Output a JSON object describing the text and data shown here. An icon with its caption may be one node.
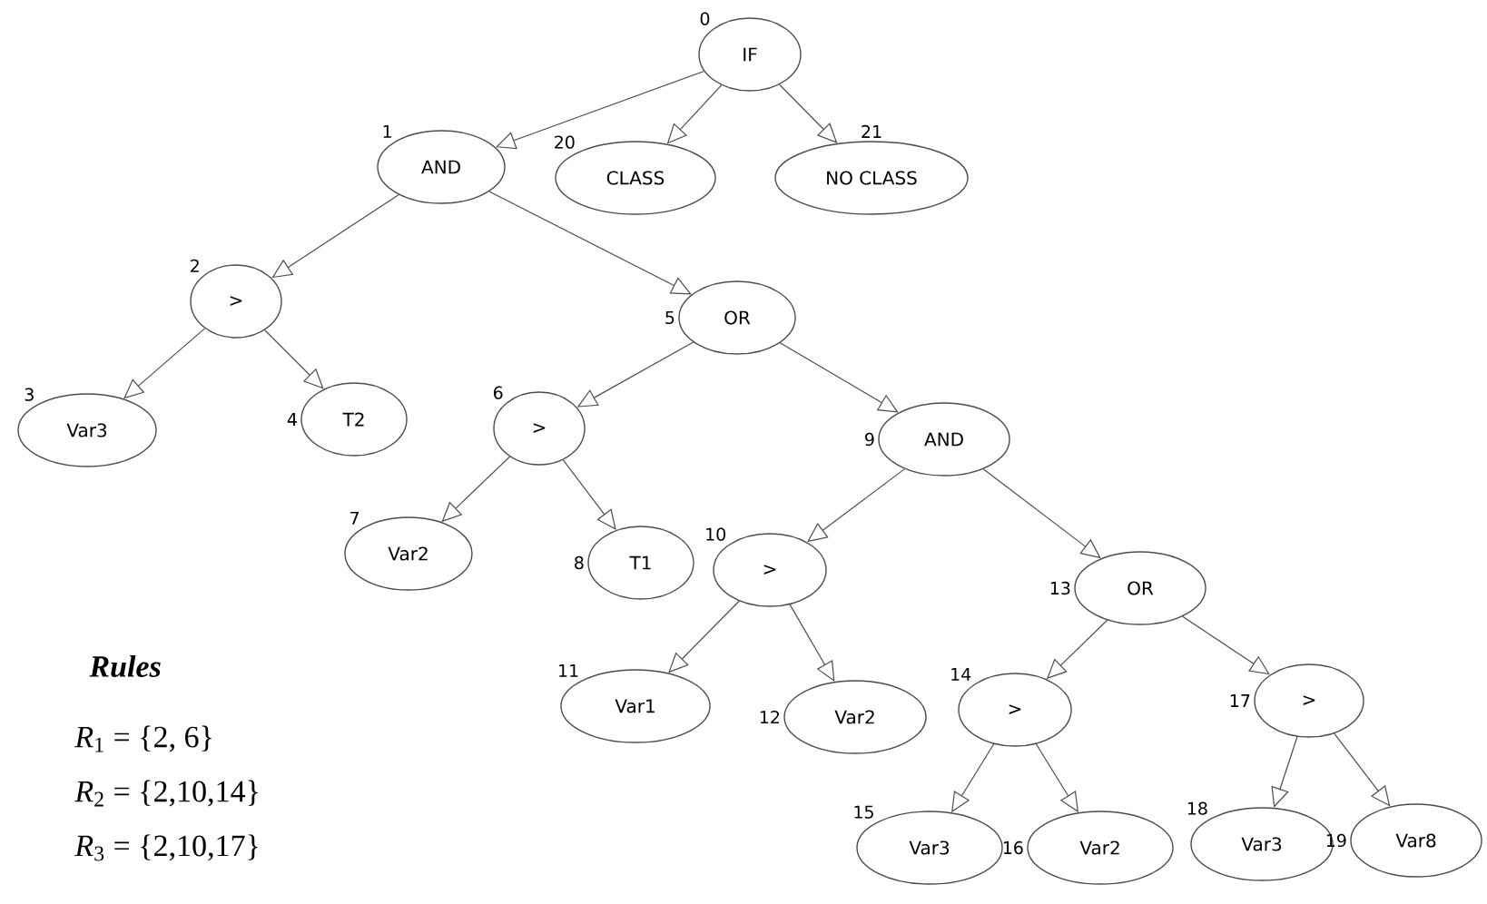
{
  "diagram": {
    "nodes": [
      {
        "text": [
          "IF"
        ],
        "beside": [
          "0"
        ]
      },
      {
        "text": [
          "AND"
        ],
        "beside": [
          "1"
        ]
      },
      {
        "text": [
          ">"
        ],
        "beside": [
          "2"
        ]
      },
      {
        "text": [
          "Var3"
        ],
        "beside": [
          "3"
        ]
      },
      {
        "text": [
          "T2"
        ],
        "beside": [
          "4"
        ]
      },
      {
        "text": [
          "OR"
        ],
        "beside": [
          "5"
        ]
      },
      {
        "text": [
          ">"
        ],
        "beside": [
          "6"
        ]
      },
      {
        "text": [
          "Var2"
        ],
        "beside": [
          "7"
        ]
      },
      {
        "text": [
          "T1"
        ],
        "beside": [
          "8"
        ]
      },
      {
        "text": [
          "AND"
        ],
        "beside": [
          "9"
        ]
      },
      {
        "text": [
          ">"
        ],
        "beside": [
          "10"
        ]
      },
      {
        "text": [
          "Var1"
        ],
        "beside": [
          "11"
        ]
      },
      {
        "text": [
          "Var2"
        ],
        "beside": [
          "12"
        ]
      },
      {
        "text": [
          "OR"
        ],
        "beside": [
          "13"
        ]
      },
      {
        "text": [
          ">"
        ],
        "beside": [
          "14"
        ]
      },
      {
        "text": [
          "Var3"
        ],
        "beside": [
          "15"
        ]
      },
      {
        "text": [
          "Var2"
        ],
        "beside": [
          "16"
        ]
      },
      {
        "text": [
          ">"
        ],
        "beside": [
          "17"
        ]
      },
      {
        "text": [
          "Var3"
        ],
        "beside": [
          "18"
        ]
      },
      {
        "text": [
          "Var8"
        ],
        "beside": [
          "19"
        ]
      },
      {
        "text": [
          "CLASS"
        ],
        "beside": [
          "20"
        ]
      },
      {
        "text": [
          "NO CLASS"
        ],
        "beside": [
          "21"
        ]
      }
    ],
    "edges": [
      {
        "from": 0,
        "to": 1,
        "arrow": "to"
      },
      {
        "from": 0,
        "to": 20,
        "arrow": "to"
      },
      {
        "from": 0,
        "to": 21,
        "arrow": "to"
      },
      {
        "from": 1,
        "to": 2,
        "arrow": "to"
      },
      {
        "from": 1,
        "to": 5,
        "arrow": "to"
      },
      {
        "from": 2,
        "to": 3,
        "arrow": "to"
      },
      {
        "from": 2,
        "to": 4,
        "arrow": "to"
      },
      {
        "from": 5,
        "to": 6,
        "arrow": "to"
      },
      {
        "from": 5,
        "to": 9,
        "arrow": "to"
      },
      {
        "from": 6,
        "to": 7,
        "arrow": "to"
      },
      {
        "from": 6,
        "to": 8,
        "arrow": "to"
      },
      {
        "from": 9,
        "to": 10,
        "arrow": "to"
      },
      {
        "from": 9,
        "to": 13,
        "arrow": "to"
      },
      {
        "from": 10,
        "to": 11,
        "arrow": "to"
      },
      {
        "from": 10,
        "to": 12,
        "arrow": "to"
      },
      {
        "from": 13,
        "to": 14,
        "arrow": "to"
      },
      {
        "from": 13,
        "to": 17,
        "arrow": "to"
      },
      {
        "from": 14,
        "to": 15,
        "arrow": "to"
      },
      {
        "from": 14,
        "to": 16,
        "arrow": "to"
      },
      {
        "from": 17,
        "to": 18,
        "arrow": "to"
      },
      {
        "from": 17,
        "to": 19,
        "arrow": "to"
      }
    ],
    "labels": [
      "Rules",
      "*R*$_{1}$ =    {2, 6}",
      "*R*$_{2}$ =    {2,10,14}",
      "*R*$_{3}$ =    {2,10,17}"
    ]
  }
}
